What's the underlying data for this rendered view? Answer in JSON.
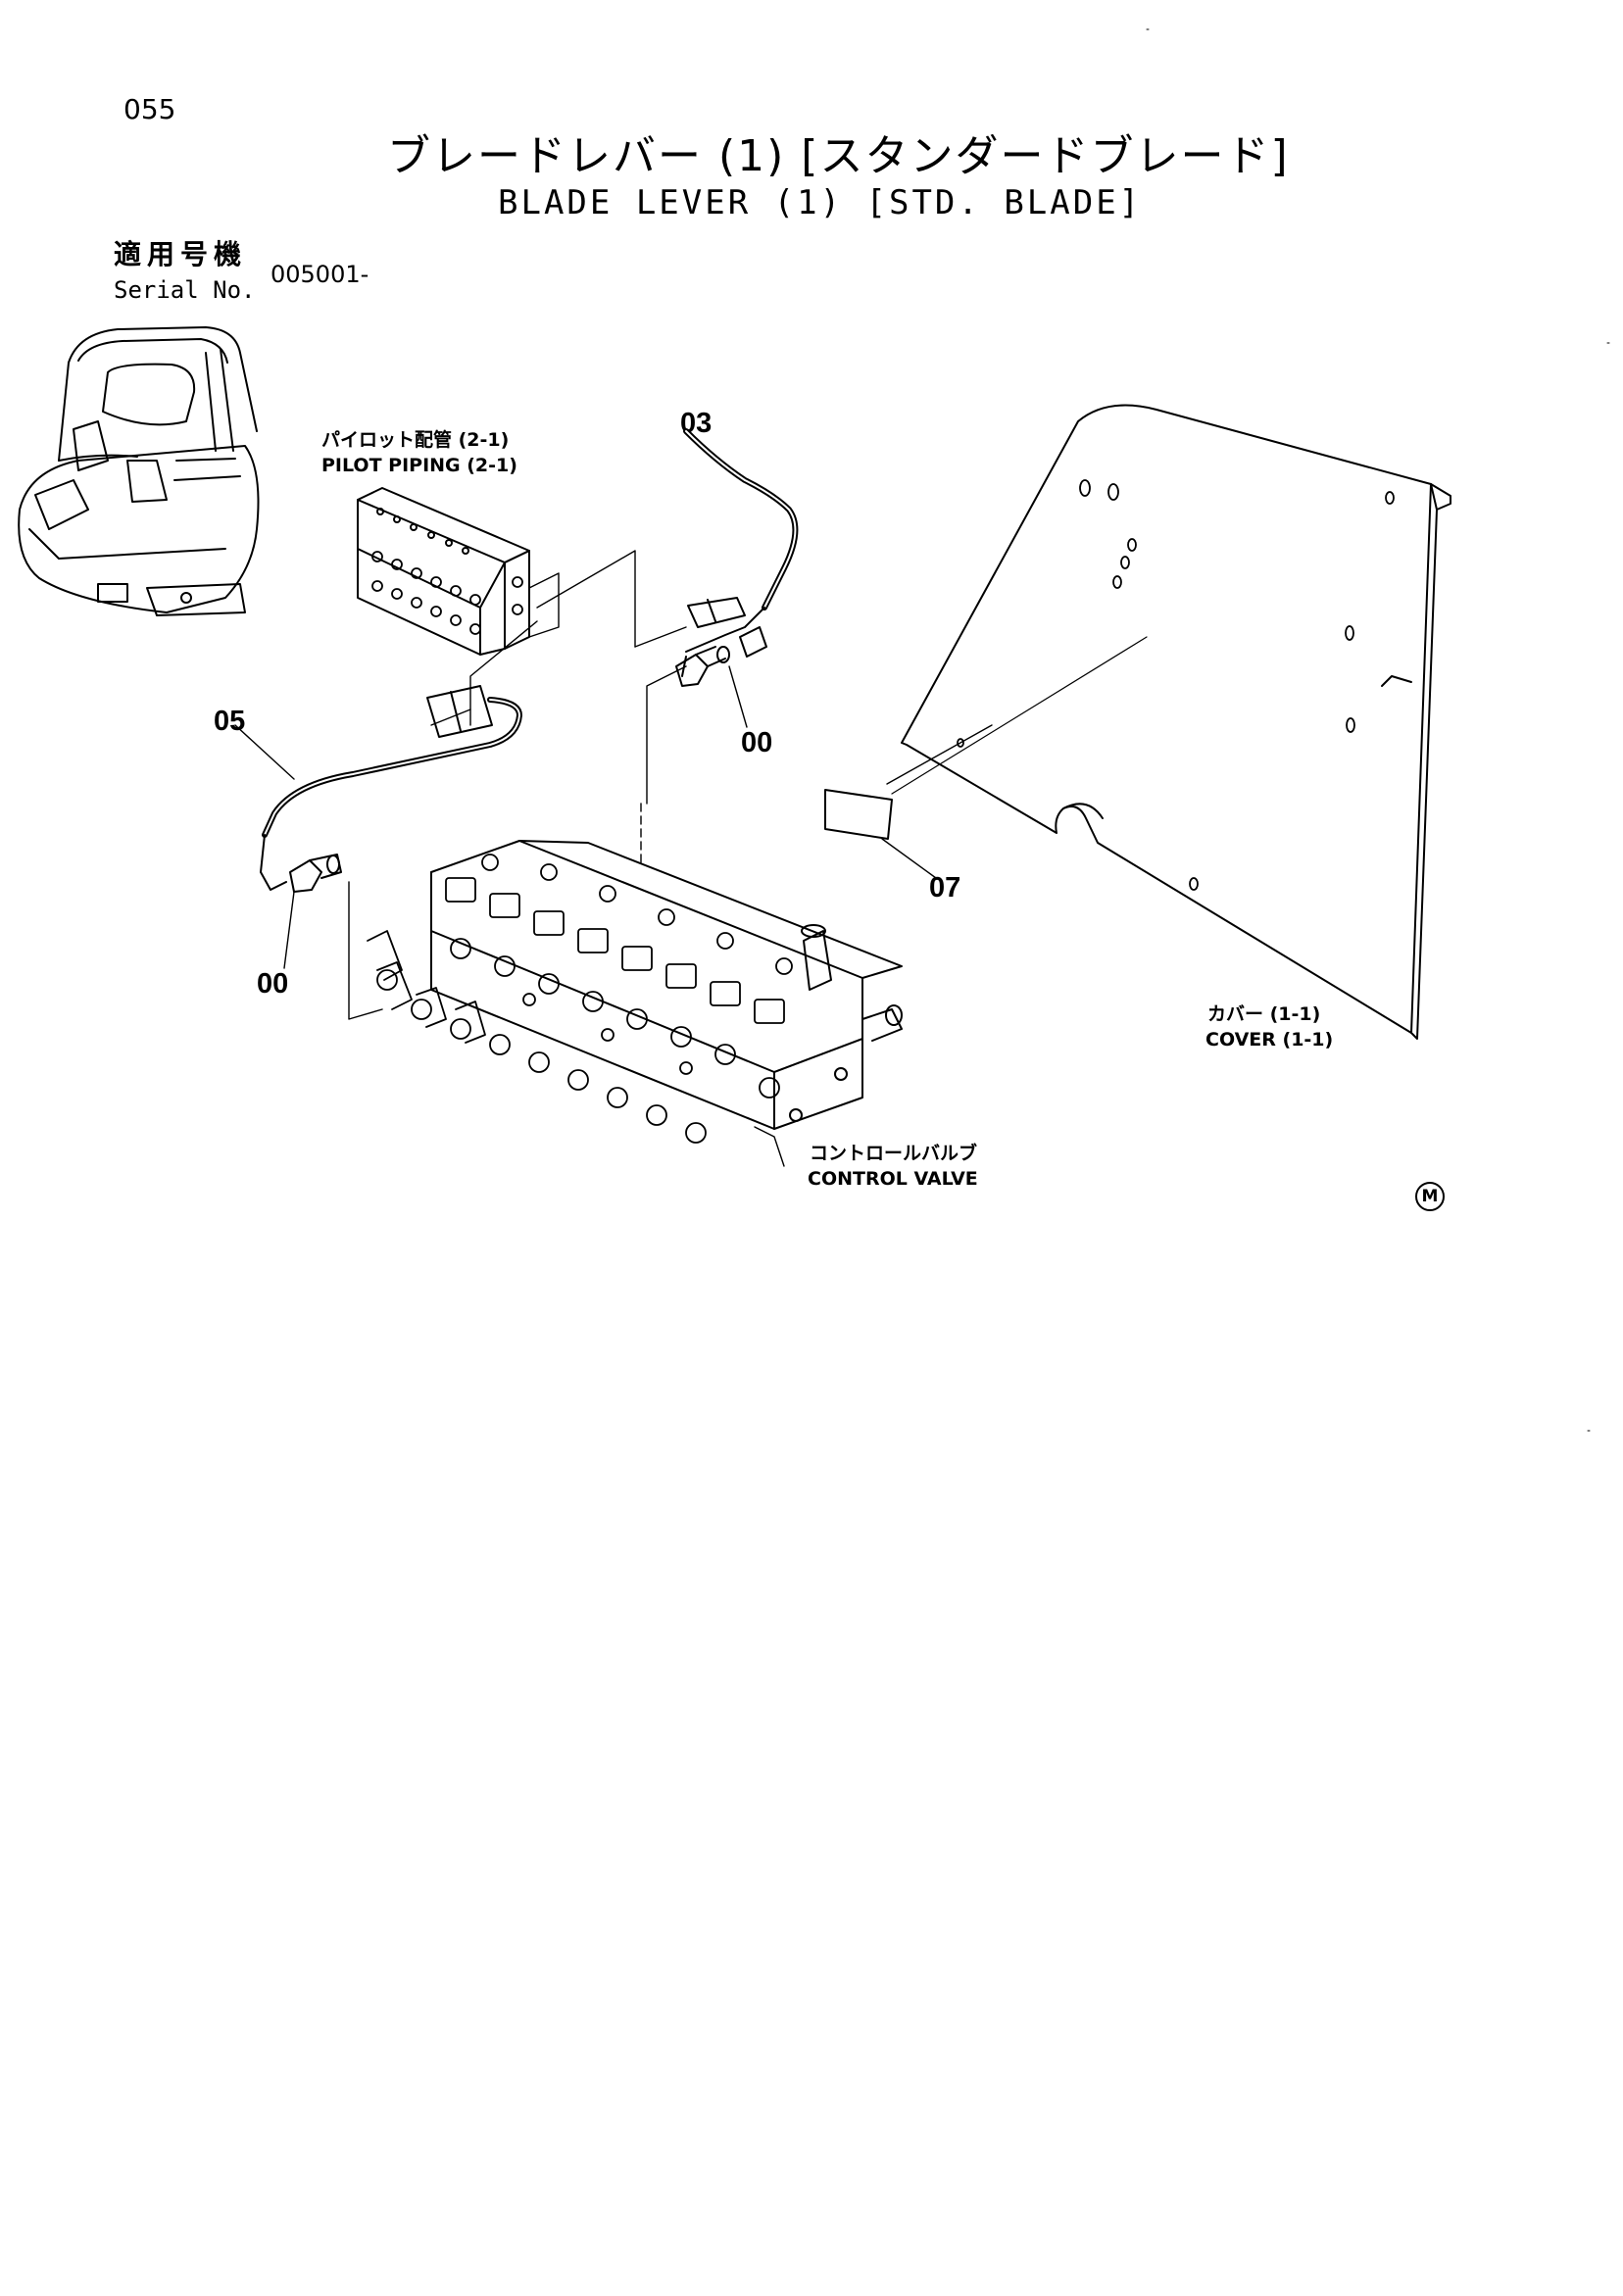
{
  "page": {
    "number": "055",
    "title_jp": "ブレードレバー (1) [スタンダードブレード]",
    "title_en": "BLADE LEVER (1) [STD. BLADE]"
  },
  "serial": {
    "label_jp": "適用号機",
    "label_en": "Serial No.",
    "value": "005001-"
  },
  "labels": {
    "pilot_piping_jp": "パイロット配管 (2-1)",
    "pilot_piping_en": "PILOT PIPING (2-1)",
    "control_valve_jp": "コントロールバルブ",
    "control_valve_en": "CONTROL VALVE",
    "cover_jp": "カバー (1-1)",
    "cover_en": "COVER (1-1)"
  },
  "callouts": {
    "hose_upper": "03",
    "adapter_upper": "00",
    "hose_lower": "05",
    "adapter_lower": "00",
    "label_plate": "07"
  },
  "mark": "M"
}
